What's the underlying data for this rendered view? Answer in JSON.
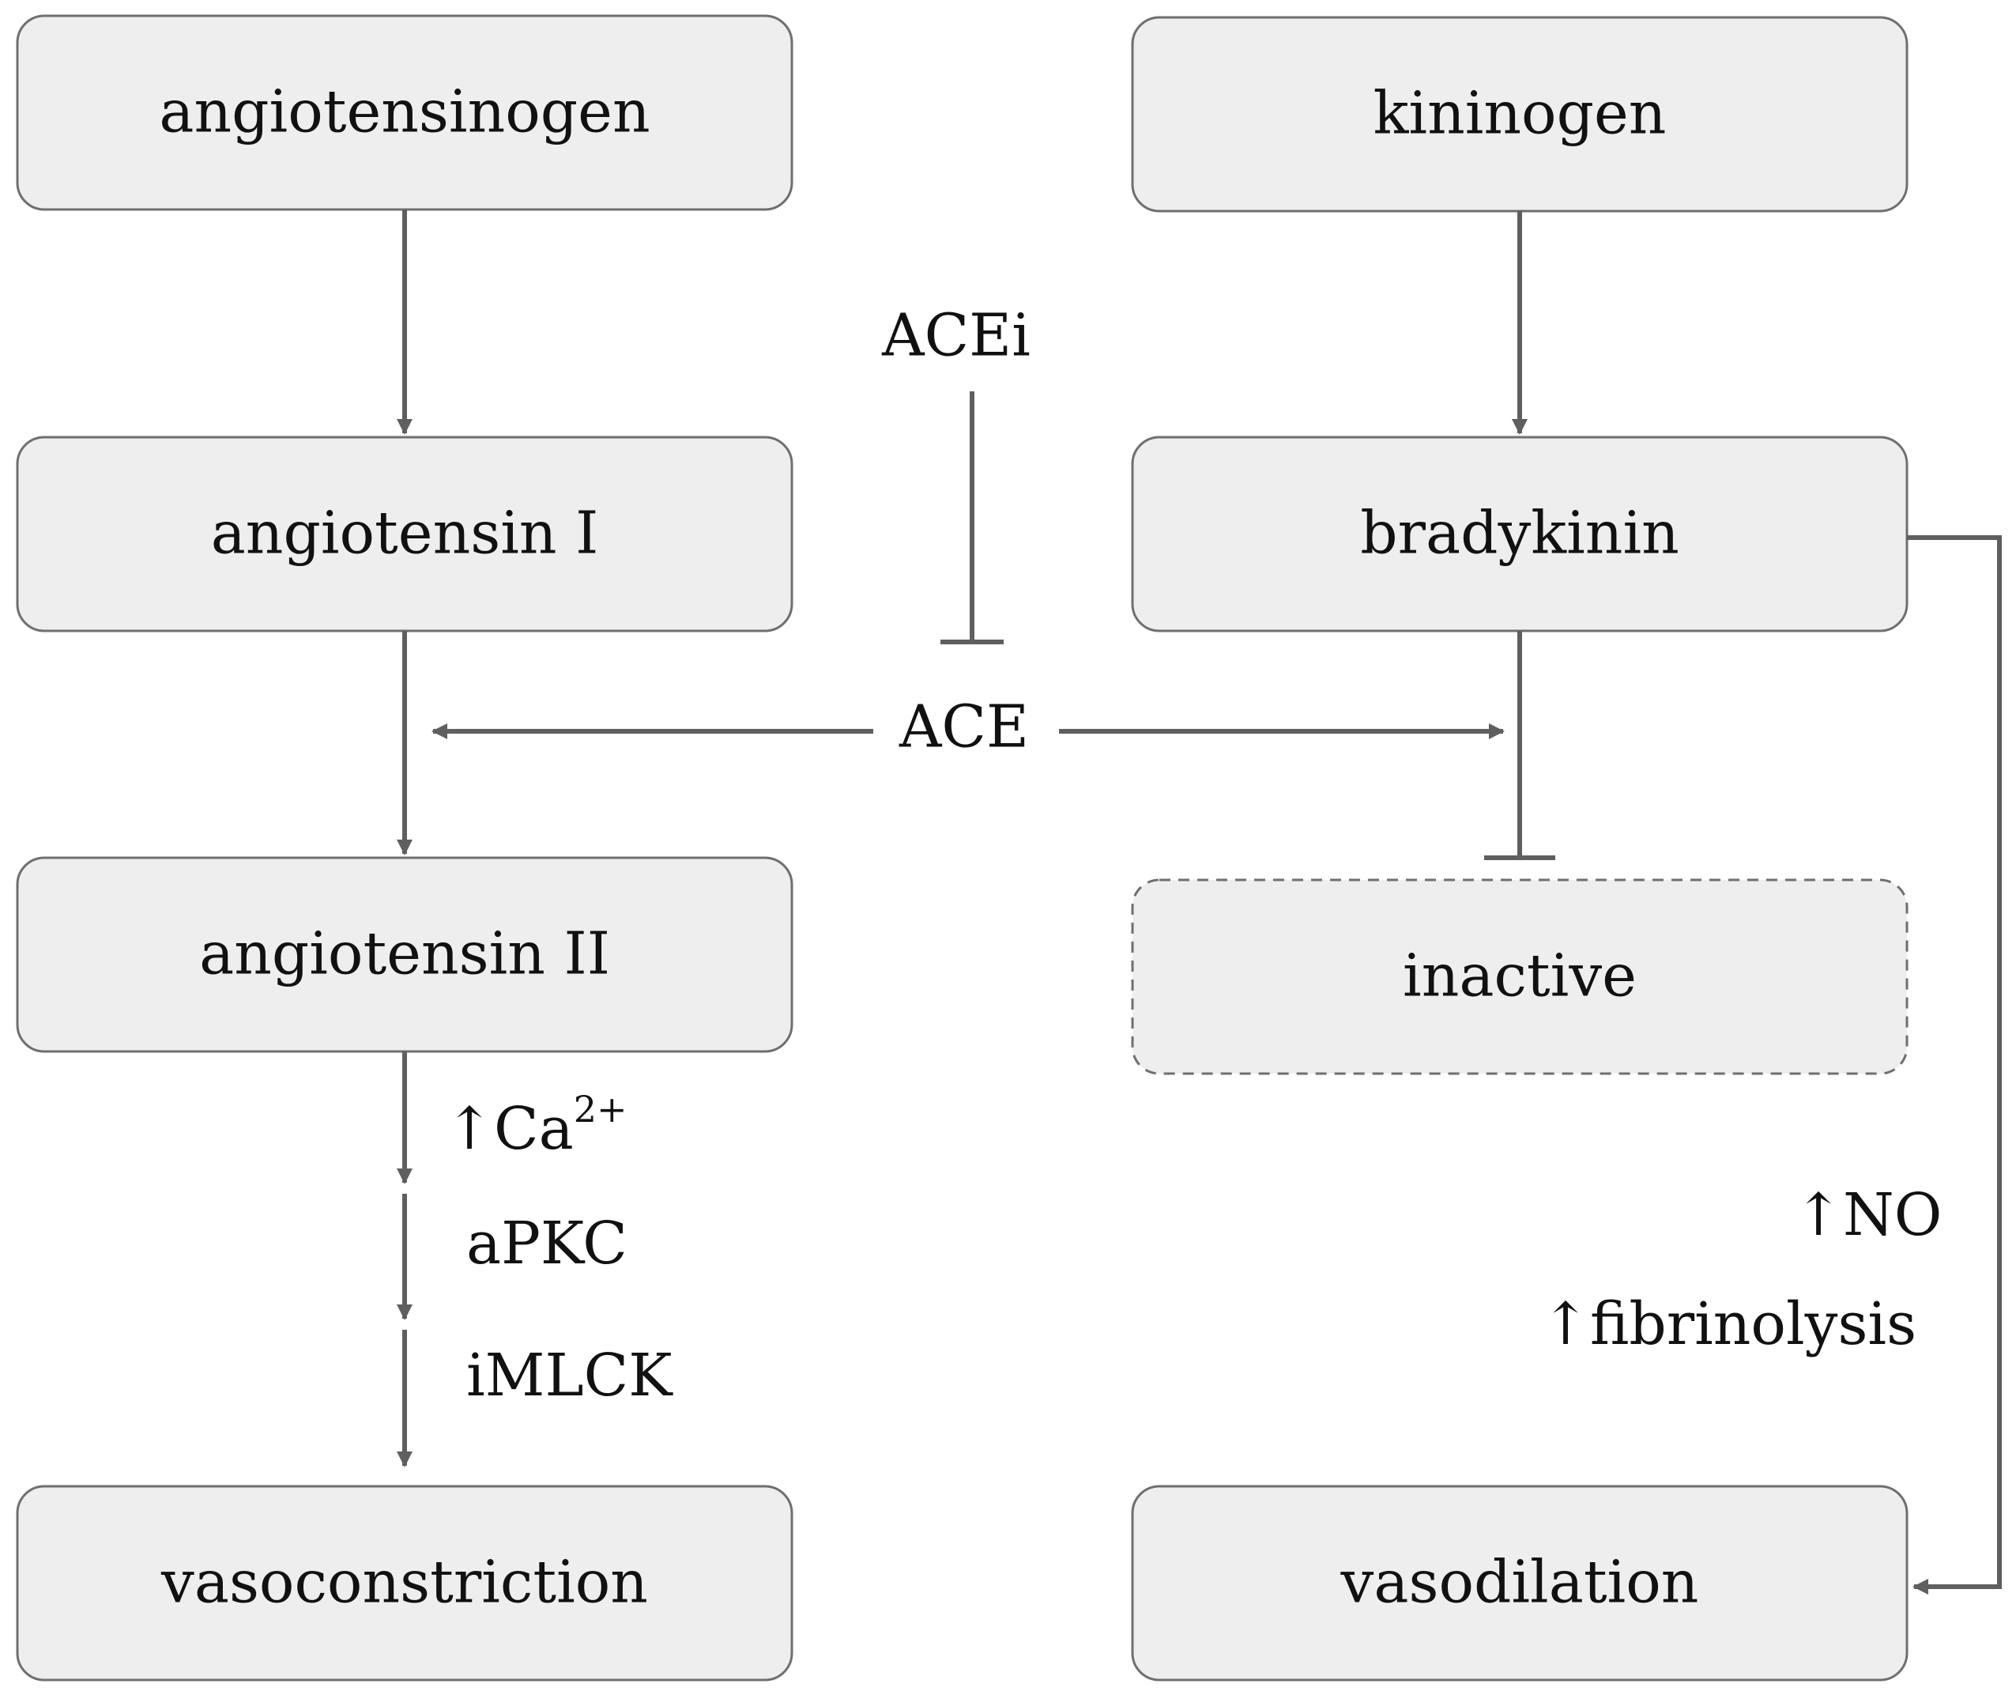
{
  "nodes": {
    "angiotensinogen": "angiotensinogen",
    "angiotensin_1": "angiotensin I",
    "angiotensin_2": "angiotensin II",
    "vasoconstriction": "vasoconstriction",
    "kininogen": "kininogen",
    "bradykinin": "bradykinin",
    "inactive": "inactive",
    "vasodilation": "vasodilation"
  },
  "labels": {
    "acei": "ACEi",
    "ace": "ACE",
    "calcium_arrow": "↑",
    "calcium_base": "Ca",
    "calcium_superscript": "2+",
    "apkc": "aPKC",
    "imlck": "iMLCK",
    "no": "↑NO",
    "fibrinolysis": "↑fibrinolysis"
  },
  "colors": {
    "box_fill": "#eeeeee",
    "box_stroke": "#6f6f6f",
    "line": "#5f5f5f",
    "text": "#111111"
  }
}
